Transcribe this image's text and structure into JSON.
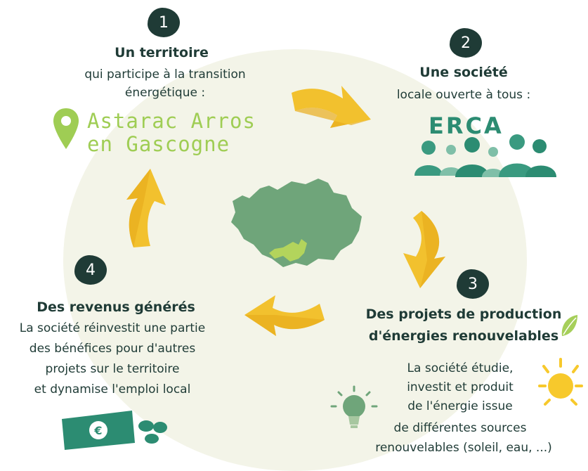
{
  "step1": {
    "number": "1",
    "title": "Un territoire",
    "line1": "qui participe à la transition",
    "line2": "énergétique :",
    "brand_line1": "Astarac Arros",
    "brand_line2": "en Gascogne"
  },
  "step2": {
    "number": "2",
    "title": "Une société",
    "line1": "locale ouverte à tous :",
    "brand": "ERCA"
  },
  "step3": {
    "number": "3",
    "title_line1": "Des projets de production",
    "title_line2": "d'énergies renouvelables",
    "lines": [
      "La société étudie,",
      "investit et produit",
      "de l'énergie issue",
      "de différentes sources",
      "renouvelables (soleil, eau, ...)"
    ]
  },
  "step4": {
    "number": "4",
    "title": "Des revenus générés",
    "lines": [
      "La société réinvestit une partie",
      "des bénéfices pour d'autres",
      "projets sur le territoire",
      "et dynamise l'emploi local"
    ]
  },
  "colors": {
    "dark": "#1f3b36",
    "brand_green": "#9fcd54",
    "erca_green": "#2c8c72",
    "map_green": "#6fa57a",
    "arrow_yellow": "#f2c12e",
    "sun_yellow": "#f7c92c"
  },
  "icons": [
    "location-pin-icon",
    "people-group-icon",
    "map-icon",
    "leaf-icon",
    "sun-icon",
    "lightbulb-icon",
    "banknote-icon",
    "coins-icon"
  ]
}
